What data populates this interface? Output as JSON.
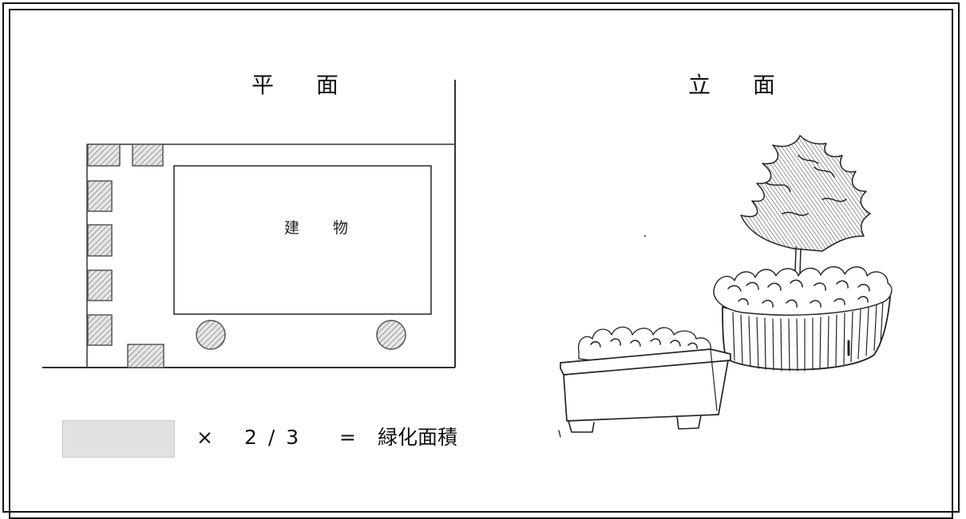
{
  "plan": {
    "heading": "平 面",
    "building_label": "建 物"
  },
  "elevation": {
    "heading": "立 面"
  },
  "legend": {
    "multiply": "×",
    "fraction": "2 / 3",
    "equals": "=",
    "result": "緑化面積"
  },
  "colors": {
    "line": "#111111",
    "hatch_fill": "#cfcfcf",
    "legend_fill": "#e1e1e1"
  }
}
